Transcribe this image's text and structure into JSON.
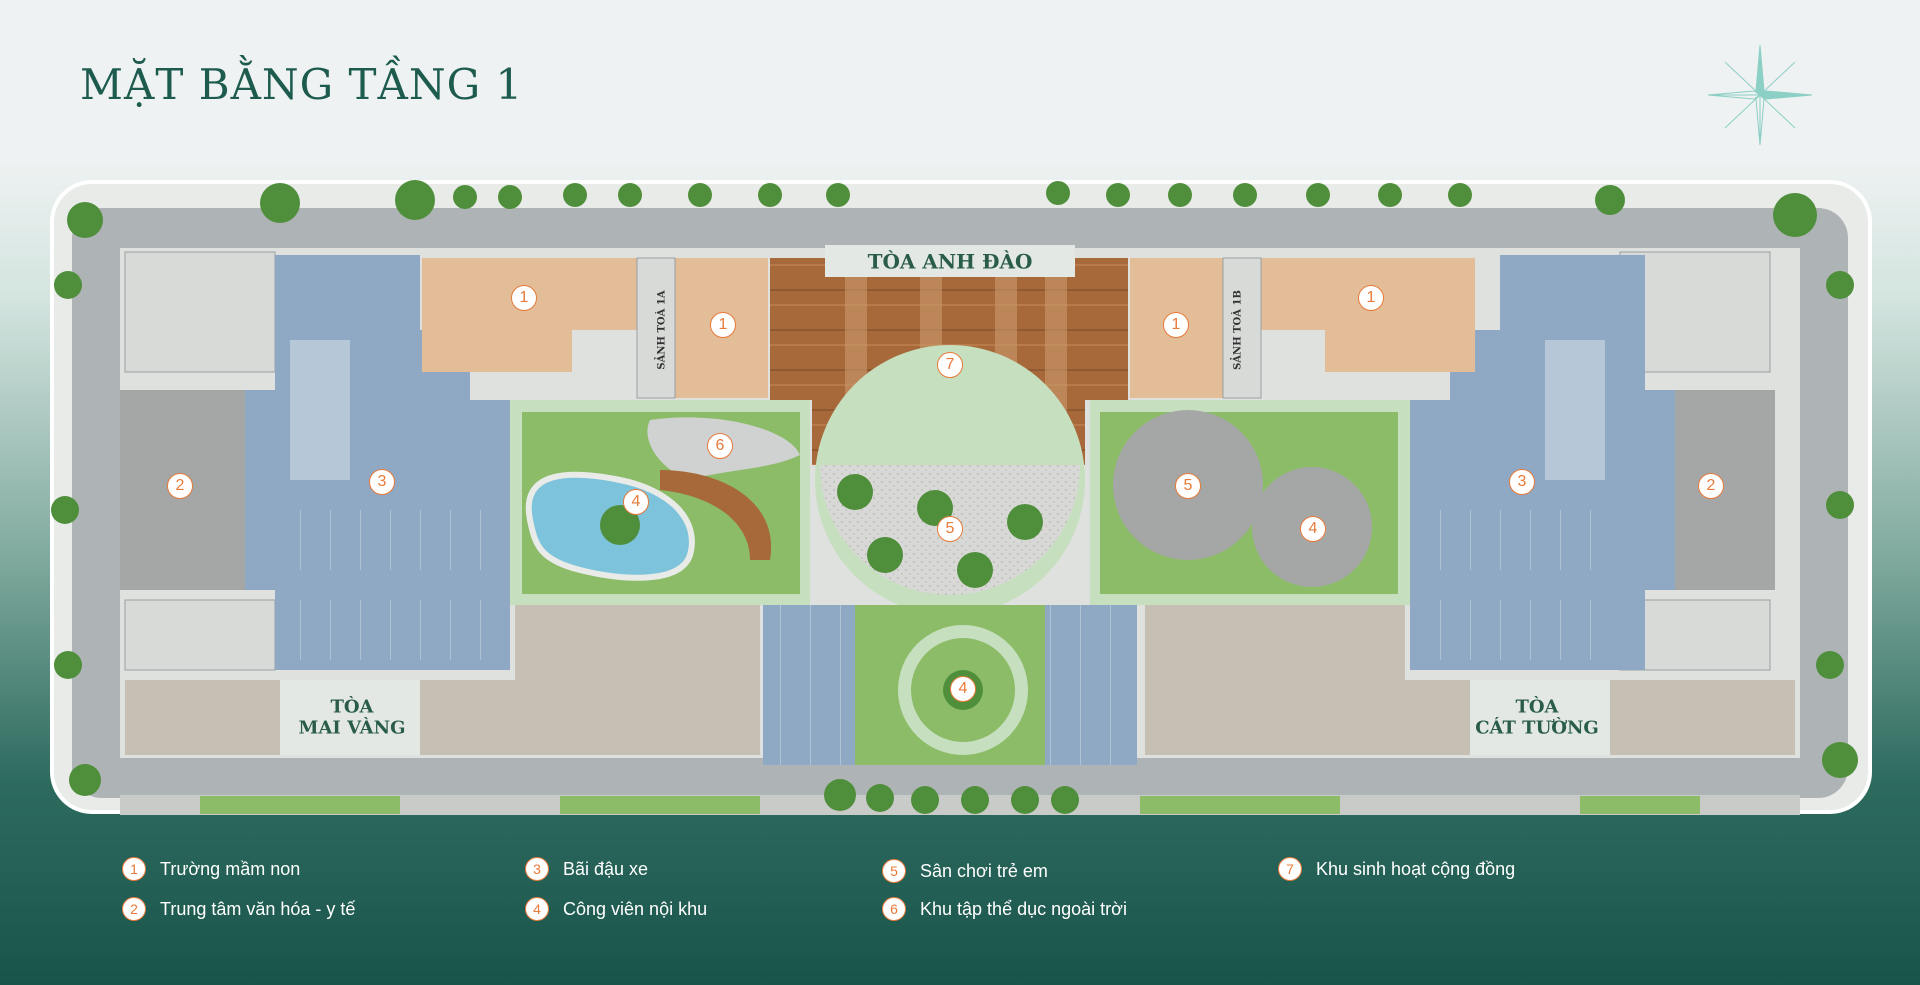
{
  "title": "MẶT BẰNG TẦNG 1",
  "colors": {
    "title": "#1d5b4e",
    "marker": "#e87a3a",
    "parking": "#8fa8c4",
    "kindergarten": "#e2bd98",
    "community_deck": "#a7693a",
    "garden": "#8cbc68",
    "lawn_border": "#c6dfbe",
    "road": "#aeb3b6",
    "pool": "#7dc3dc"
  },
  "site": {
    "tower_top": "TÒA ANH ĐÀO",
    "tower_left": [
      "TÒA",
      "MAI VÀNG"
    ],
    "tower_right": [
      "TÒA",
      "CÁT TƯỜNG"
    ],
    "lobby_left": "SẢNH TOÀ 1A",
    "lobby_right": "SẢNH TOÀ 1B"
  },
  "zones": [
    {
      "num": "1",
      "label": "Trường mầm non"
    },
    {
      "num": "2",
      "label": "Trung tâm văn hóa - y tế"
    },
    {
      "num": "3",
      "label": "Bãi đậu xe"
    },
    {
      "num": "4",
      "label": "Công viên nội khu"
    },
    {
      "num": "5",
      "label": "Sân chơi trẻ em"
    },
    {
      "num": "6",
      "label": "Khu tập thể dục ngoài trời"
    },
    {
      "num": "7",
      "label": "Khu sinh hoạt cộng đồng"
    }
  ]
}
